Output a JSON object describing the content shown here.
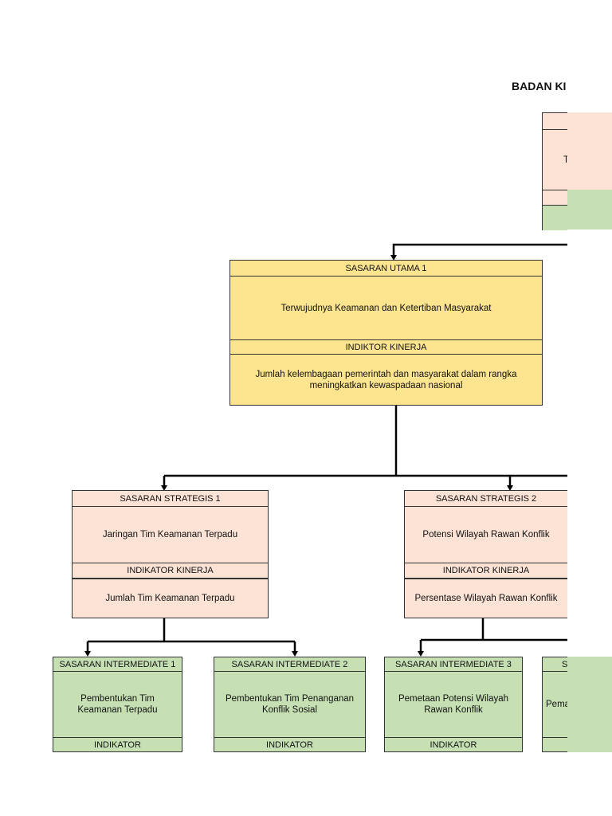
{
  "title_partial": "BADAN KI",
  "top_box_partial_letter": "T",
  "utama": {
    "header": "SASARAN UTAMA 1",
    "text": "Terwujudnya Keamanan dan Ketertiban Masyarakat",
    "ind_header": "INDIKTOR KINERJA",
    "ind_text": "Jumlah kelembagaan pemerintah dan masyarakat dalam rangka meningkatkan kewaspadaan nasional"
  },
  "strategis": [
    {
      "header": "SASARAN STRATEGIS 1",
      "text": "Jaringan Tim Keamanan Terpadu",
      "ind_header": "INDIKATOR KINERJA",
      "ind_text": "Jumlah Tim Keamanan Terpadu"
    },
    {
      "header": "SASARAN STRATEGIS 2",
      "text": "Potensi Wilayah Rawan Konflik",
      "ind_header": "INDIKATOR KINERJA",
      "ind_text": "Persentase Wilayah Rawan Konflik"
    }
  ],
  "intermediate": [
    {
      "header": "SASARAN INTERMEDIATE 1",
      "text": "Pembentukan Tim Keamanan Terpadu",
      "ind": "INDIKATOR"
    },
    {
      "header": "SASARAN INTERMEDIATE 2",
      "text": "Pembentukan Tim Penanganan Konflik Sosial",
      "ind": "INDIKATOR"
    },
    {
      "header": "SASARAN INTERMEDIATE 3",
      "text": "Pemetaan Potensi Wilayah Rawan Konflik",
      "ind": "INDIKATOR"
    },
    {
      "header": "S",
      "text": "Pema",
      "ind": ""
    }
  ],
  "colors": {
    "yellow": "#fde58f",
    "peach": "#fce3d6",
    "green": "#c6e0b4",
    "line": "#000000"
  }
}
